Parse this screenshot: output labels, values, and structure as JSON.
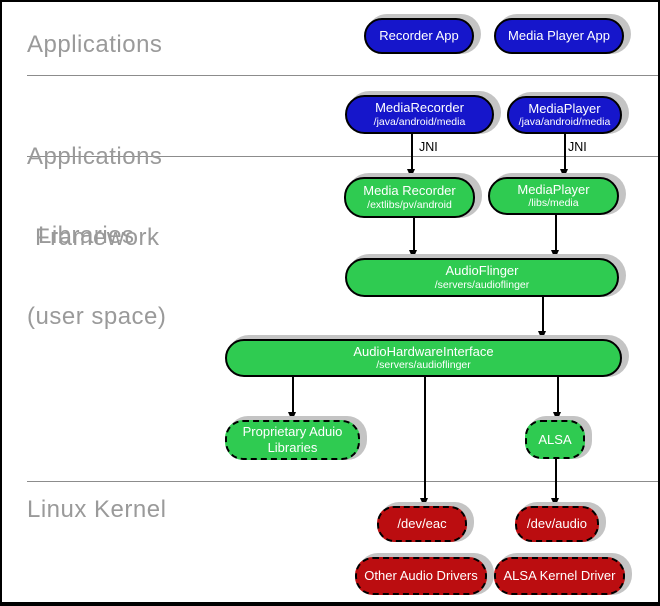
{
  "diagram": {
    "sections": {
      "applications": {
        "label": "Applications"
      },
      "framework": {
        "line1": "Applications",
        "line2": "Framework"
      },
      "libraries": {
        "line1": "Libraries",
        "line2": "(user space)"
      },
      "kernel": {
        "label": "Linux Kernel"
      }
    },
    "nodes": {
      "recorder_app": {
        "title": "Recorder App"
      },
      "media_player_app": {
        "title": "Media Player App"
      },
      "media_recorder_fw": {
        "title": "MediaRecorder",
        "path": "/java/android/media"
      },
      "media_player_fw": {
        "title": "MediaPlayer",
        "path": "/java/android/media"
      },
      "media_recorder_lib": {
        "title": "Media Recorder",
        "path": "/extlibs/pv/android"
      },
      "media_player_lib": {
        "title": "MediaPlayer",
        "path": "/libs/media"
      },
      "audio_flinger": {
        "title": "AudioFlinger",
        "path": "/servers/audioflinger"
      },
      "audio_hw_interface": {
        "title": "AudioHardwareInterface",
        "path": "/servers/audioflinger"
      },
      "proprietary_audio": {
        "title": "Proprietary Aduio Libraries"
      },
      "alsa": {
        "title": "ALSA"
      },
      "dev_eac": {
        "title": "/dev/eac"
      },
      "dev_audio": {
        "title": "/dev/audio"
      },
      "other_audio_drivers": {
        "title": "Other Audio Drivers"
      },
      "alsa_kernel_driver": {
        "title": "ALSA Kernel Driver"
      }
    },
    "edge_labels": {
      "jni_left": "JNI",
      "jni_right": "JNI"
    },
    "colors": {
      "app_blue": "#1616CB",
      "lib_green": "#2FCB51",
      "kernel_red": "#BB0D10",
      "shadow": "#C4C4C4",
      "section_label": "#9A9A9A",
      "divider": "#8C8C8C"
    }
  }
}
